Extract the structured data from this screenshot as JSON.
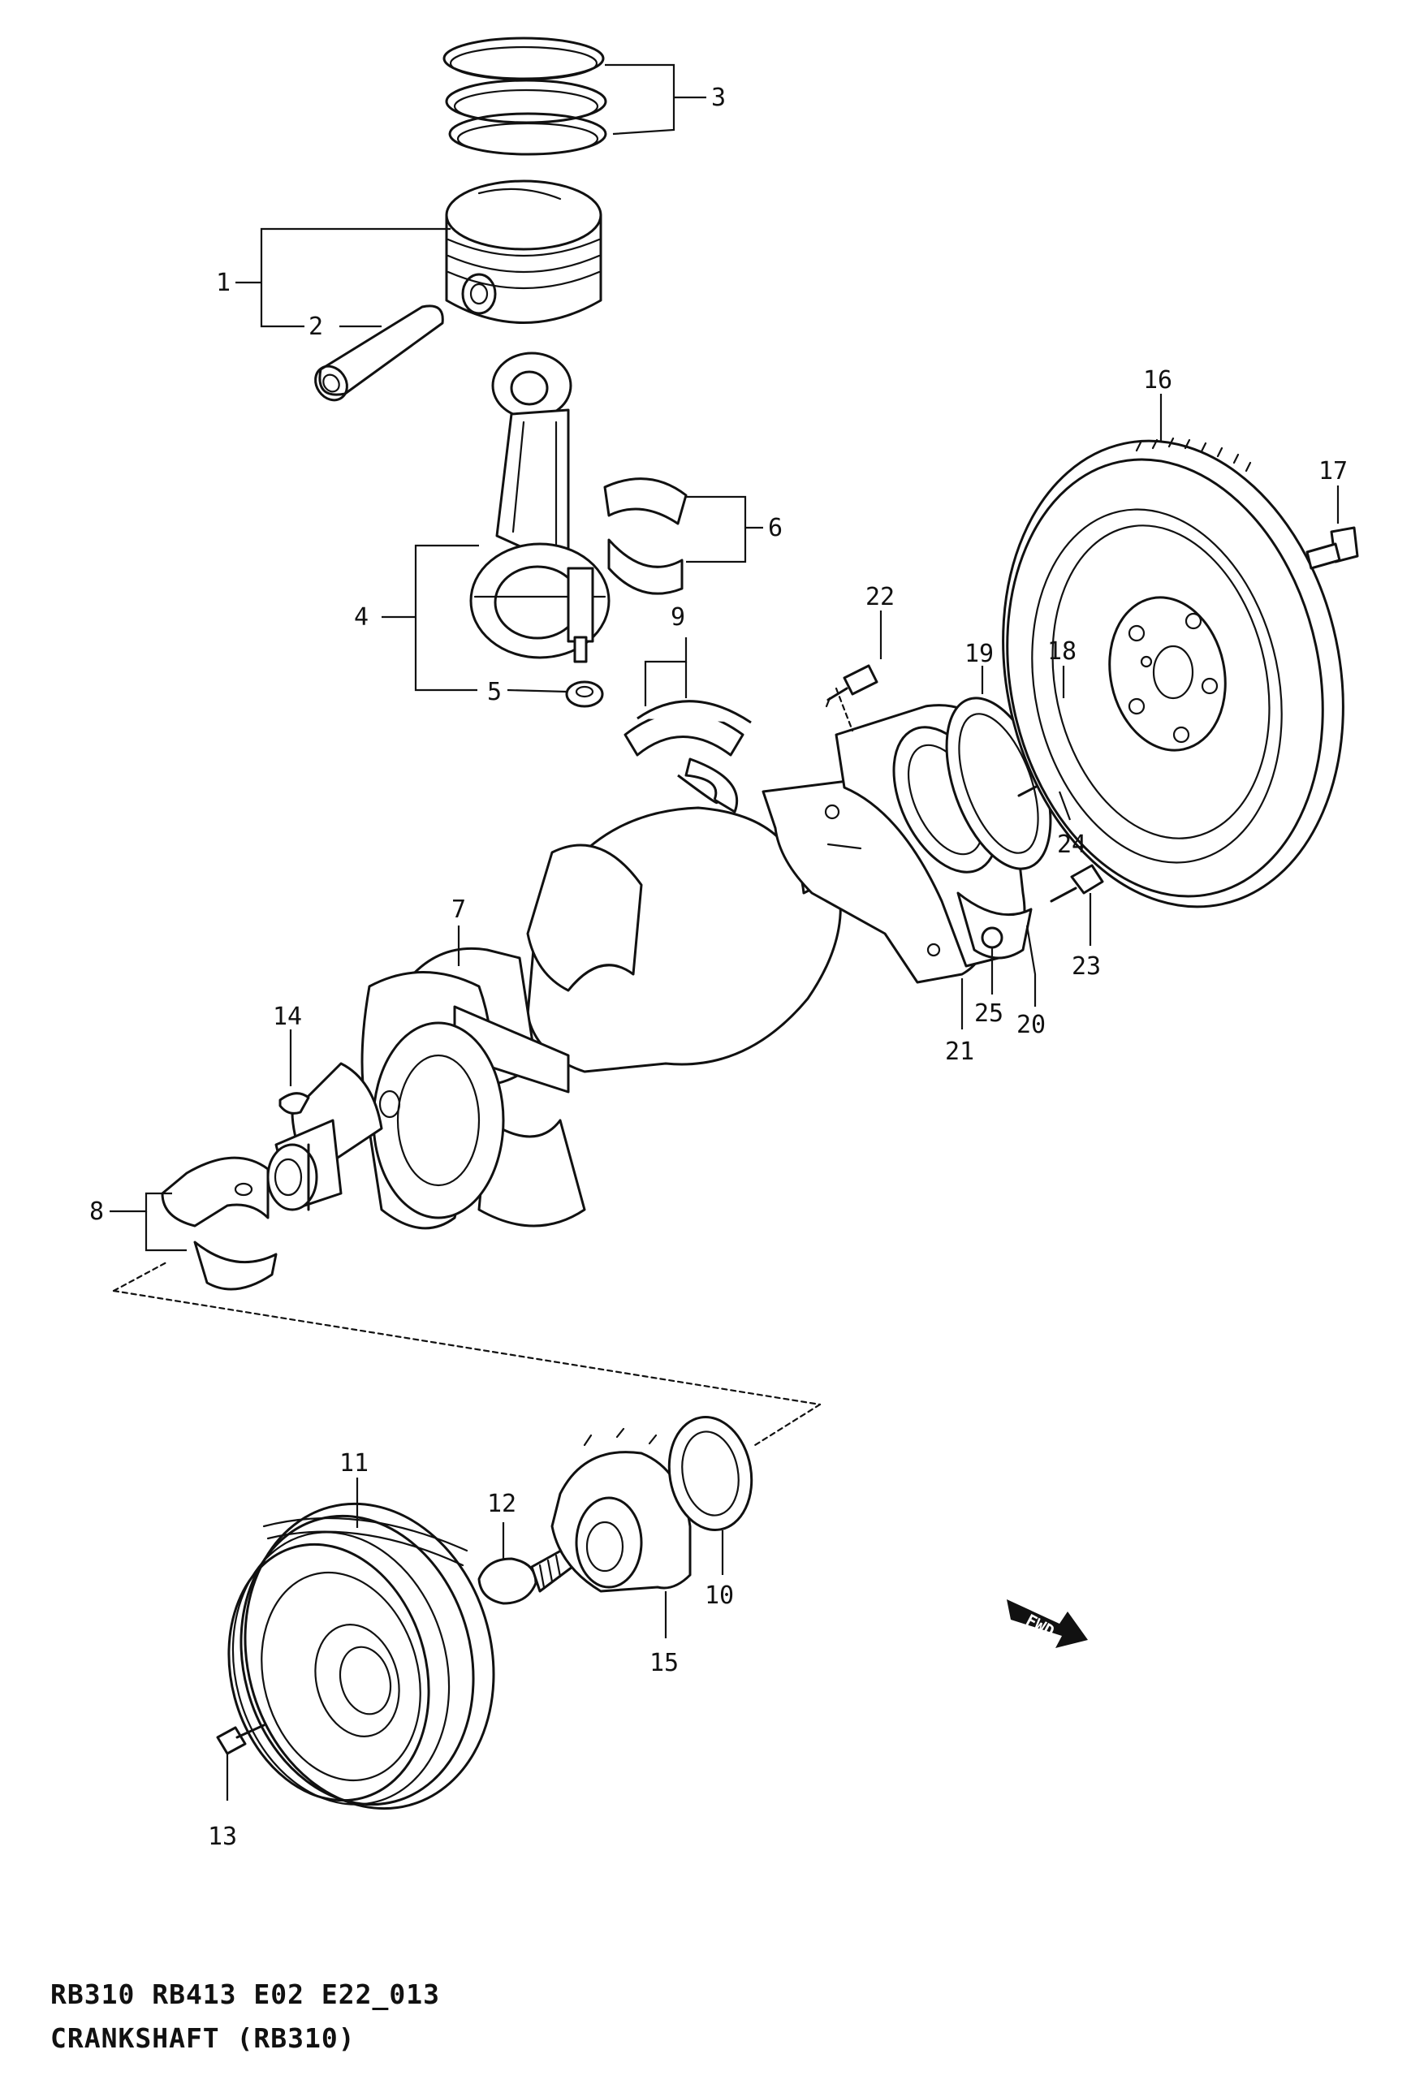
{
  "diagram": {
    "callouts": {
      "c1": "1",
      "c2": "2",
      "c3": "3",
      "c4": "4",
      "c5": "5",
      "c6": "6",
      "c7": "7",
      "c8": "8",
      "c9": "9",
      "c10": "10",
      "c11": "11",
      "c12": "12",
      "c13": "13",
      "c14": "14",
      "c15": "15",
      "c16": "16",
      "c17": "17",
      "c18": "18",
      "c19": "19",
      "c20": "20",
      "c21": "21",
      "c22": "22",
      "c23": "23",
      "c24": "24",
      "c25": "25"
    },
    "direction_badge": "FWD"
  },
  "caption": {
    "line1": "RB310 RB413 E02 E22_013",
    "line2": "CRANKSHAFT (RB310)"
  }
}
